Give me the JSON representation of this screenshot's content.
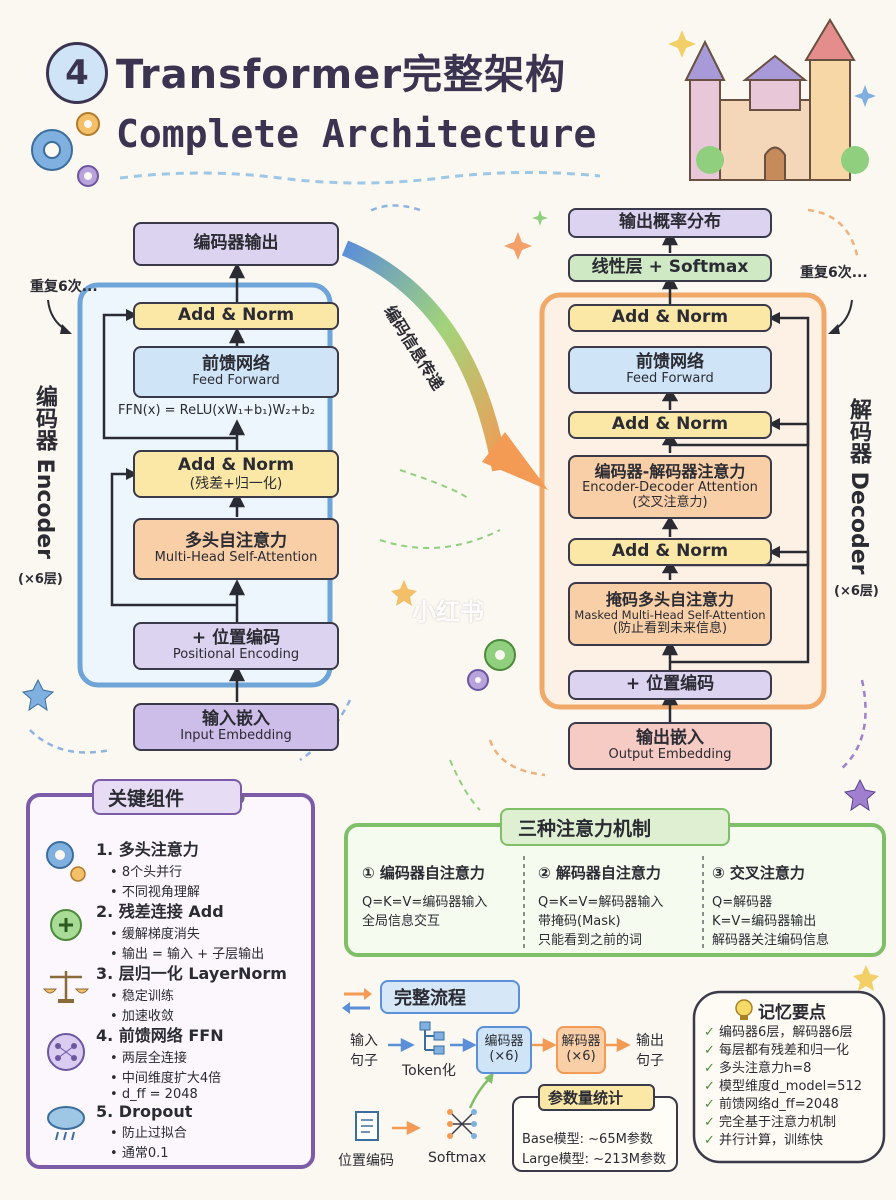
{
  "header": {
    "number": "4",
    "title_cn": "Transformer完整架构",
    "title_en": "Complete Architecture"
  },
  "encoder": {
    "side_label": "编码器 Encoder",
    "side_sub": "(×6层)",
    "repeat": "重复6次...",
    "output": "编码器输出",
    "addnorm_top": "Add & Norm",
    "ffn": "前馈网络",
    "ffn_en": "Feed Forward",
    "ffn_formula": "FFN(x) = ReLU(xW₁+b₁)W₂+b₂",
    "addnorm_mid": "Add & Norm",
    "addnorm_mid_sub": "(残差+归一化)",
    "mha": "多头自注意力",
    "mha_en": "Multi-Head Self-Attention",
    "pos": "+ 位置编码",
    "pos_en": "Positional Encoding",
    "embed": "输入嵌入",
    "embed_en": "Input Embedding"
  },
  "flow_label": "编码信息传递",
  "decoder": {
    "side_label": "解码器 Decoder",
    "side_sub": "(×6层)",
    "repeat": "重复6次...",
    "prob": "输出概率分布",
    "linear": "线性层 + Softmax",
    "addnorm1": "Add & Norm",
    "ffn": "前馈网络",
    "ffn_en": "Feed Forward",
    "addnorm2": "Add & Norm",
    "cross": "编码器-解码器注意力",
    "cross_en": "Encoder-Decoder Attention",
    "cross_sub": "(交叉注意力)",
    "addnorm3": "Add & Norm",
    "masked": "掩码多头自注意力",
    "masked_en": "Masked Multi-Head Self-Attention",
    "masked_sub": "(防止看到未来信息)",
    "pos": "+ 位置编码",
    "embed": "输出嵌入",
    "embed_en": "Output Embedding"
  },
  "watermark": "小红书",
  "components": {
    "title": "关键组件",
    "items": [
      {
        "title": "1. 多头注意力",
        "points": [
          "8个头并行",
          "不同视角理解"
        ]
      },
      {
        "title": "2. 残差连接 Add",
        "points": [
          "缓解梯度消失",
          "输出 = 输入 + 子层输出"
        ]
      },
      {
        "title": "3. 层归一化 LayerNorm",
        "points": [
          "稳定训练",
          "加速收敛"
        ]
      },
      {
        "title": "4. 前馈网络 FFN",
        "points": [
          "两层全连接",
          "中间维度扩大4倍",
          "d_ff = 2048"
        ]
      },
      {
        "title": "5. Dropout",
        "points": [
          "防止过拟合",
          "通常0.1"
        ]
      }
    ]
  },
  "attention": {
    "title": "三种注意力机制",
    "cols": [
      {
        "title": "① 编码器自注意力",
        "lines": [
          "Q=K=V=编码器输入",
          "全局信息交互"
        ]
      },
      {
        "title": "② 解码器自注意力",
        "lines": [
          "Q=K=V=解码器输入",
          "带掩码(Mask)",
          "只能看到之前的词"
        ]
      },
      {
        "title": "③ 交叉注意力",
        "lines": [
          "Q=解码器",
          "K=V=编码器输出",
          "解码器关注编码信息"
        ]
      }
    ]
  },
  "process": {
    "title": "完整流程",
    "input": "输入\n句子",
    "token": "Token化",
    "encoder": "编码器\n(×6)",
    "decoder": "解码器\n(×6)",
    "output": "输出\n句子",
    "pos": "位置编码",
    "softmax": "Softmax"
  },
  "params": {
    "title": "参数量统计",
    "base": "Base模型: ~65M参数",
    "large": "Large模型: ~213M参数"
  },
  "memory": {
    "title": "记忆要点",
    "items": [
      "编码器6层，解码器6层",
      "每层都有残差和归一化",
      "多头注意力h=8",
      "模型维度d_model=512",
      "前馈网络d_ff=2048",
      "完全基于注意力机制",
      "并行计算，训练快"
    ]
  }
}
